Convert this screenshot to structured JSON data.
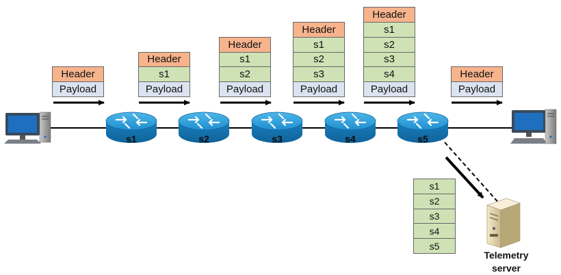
{
  "packets": [
    {
      "cells": [
        {
          "type": "header",
          "text": "Header"
        },
        {
          "type": "payload",
          "text": "Payload"
        }
      ]
    },
    {
      "cells": [
        {
          "type": "header",
          "text": "Header"
        },
        {
          "type": "meta",
          "text": "s1"
        },
        {
          "type": "payload",
          "text": "Payload"
        }
      ]
    },
    {
      "cells": [
        {
          "type": "header",
          "text": "Header"
        },
        {
          "type": "meta",
          "text": "s1"
        },
        {
          "type": "meta",
          "text": "s2"
        },
        {
          "type": "payload",
          "text": "Payload"
        }
      ]
    },
    {
      "cells": [
        {
          "type": "header",
          "text": "Header"
        },
        {
          "type": "meta",
          "text": "s1"
        },
        {
          "type": "meta",
          "text": "s2"
        },
        {
          "type": "meta",
          "text": "s3"
        },
        {
          "type": "payload",
          "text": "Payload"
        }
      ]
    },
    {
      "cells": [
        {
          "type": "header",
          "text": "Header"
        },
        {
          "type": "meta",
          "text": "s1"
        },
        {
          "type": "meta",
          "text": "s2"
        },
        {
          "type": "meta",
          "text": "s3"
        },
        {
          "type": "meta",
          "text": "s4"
        },
        {
          "type": "payload",
          "text": "Payload"
        }
      ]
    },
    {
      "cells": [
        {
          "type": "header",
          "text": "Header"
        },
        {
          "type": "payload",
          "text": "Payload"
        }
      ]
    }
  ],
  "switches": [
    "s1",
    "s2",
    "s3",
    "s4",
    "s5"
  ],
  "telemetry_report": [
    "s1",
    "s2",
    "s3",
    "s4",
    "s5"
  ],
  "telemetry_server": {
    "label": "Telemetry\nserver"
  },
  "colors": {
    "header": "#f6b38c",
    "metadata": "#cfe2b6",
    "payload": "#dbe3f1",
    "router": "#1d8fd1",
    "link": "#000000"
  }
}
